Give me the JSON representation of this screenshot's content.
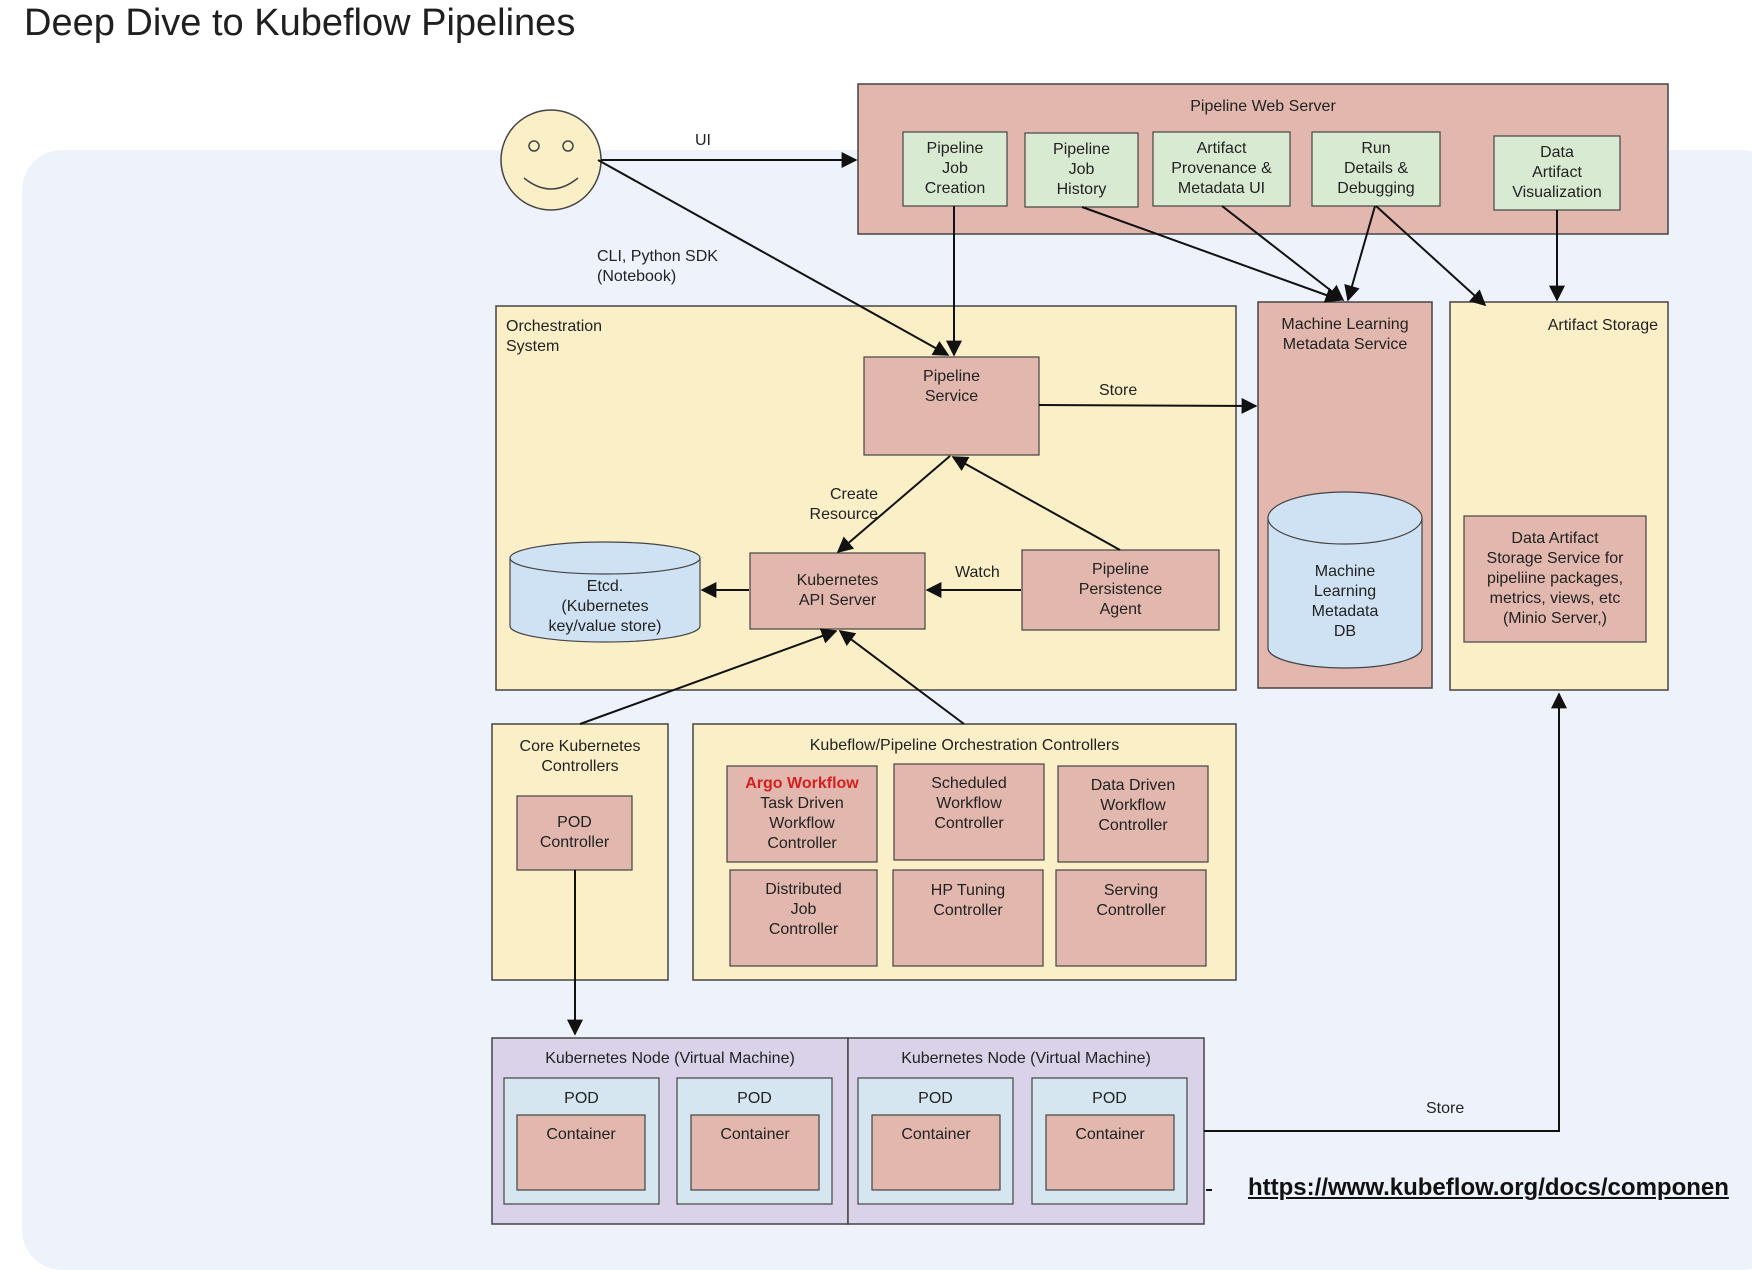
{
  "title": "Deep Dive to Kubeflow Pipelines",
  "colors": {
    "backdrop": "#eef3fb",
    "component_fill": "#e2b7ad",
    "green_fill": "#d9ead3",
    "container_fill": "#fbefc7",
    "db_fill": "#cfe2f3",
    "node_fill": "#d9d2e9",
    "pod_fill": "#d5e6f1",
    "highlight_text": "#d42020"
  },
  "user_icon": "smiley-face-icon",
  "edge_labels": {
    "ui": "UI",
    "cli": "CLI, Python SDK\n(Notebook)",
    "store_metadata": "Store",
    "create_resource": "Create\nResource",
    "watch": "Watch",
    "store_artifact": "Store"
  },
  "web_server": {
    "title": "Pipeline Web Server",
    "modules": [
      "Pipeline\nJob\nCreation",
      "Pipeline\nJob\nHistory",
      "Artifact\nProvenance &\nMetadata UI",
      "Run\nDetails &\nDebugging",
      "Data\nArtifact\nVisualization"
    ]
  },
  "orchestration": {
    "title": "Orchestration\nSystem",
    "pipeline_service": "Pipeline\nService",
    "api_server": "Kubernetes\nAPI Server",
    "etcd": "Etcd.\n(Kubernetes\nkey/value store)",
    "persistence_agent": "Pipeline\nPersistence\nAgent"
  },
  "metadata_service": {
    "title": "Machine Learning\nMetadata Service",
    "db": "Machine\nLearning\nMetadata\nDB"
  },
  "artifact_storage": {
    "title": "Artifact Storage",
    "service": "Data Artifact\nStorage Service for\npipeliine packages,\nmetrics, views, etc\n(Minio Server,)"
  },
  "core_controllers": {
    "title": "Core Kubernetes\nControllers",
    "pod_controller": "POD\nController"
  },
  "kf_controllers": {
    "title": "Kubeflow/Pipeline Orchestration Controllers",
    "argo_highlight": "Argo Workflow",
    "argo_rest": "Task Driven\nWorkflow\nController",
    "scheduled": "Scheduled\nWorkflow\nController",
    "data_driven": "Data Driven\nWorkflow\nController",
    "distributed": "Distributed\nJob\nController",
    "hp_tuning": "HP Tuning\nController",
    "serving": "Serving\nController"
  },
  "nodes": [
    {
      "title": "Kubernetes Node (Virtual Machine)",
      "pods": [
        {
          "label": "POD",
          "container": "Container"
        },
        {
          "label": "POD",
          "container": "Container"
        }
      ]
    },
    {
      "title": "Kubernetes Node (Virtual Machine)",
      "pods": [
        {
          "label": "POD",
          "container": "Container"
        },
        {
          "label": "POD",
          "container": "Container"
        }
      ]
    }
  ],
  "link": "https://www.kubeflow.org/docs/componen"
}
